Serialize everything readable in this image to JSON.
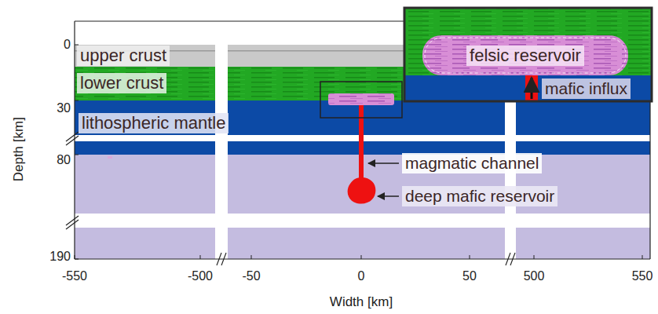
{
  "diagram": {
    "nodes": [
      {
        "text": [
          "upper crust"
        ]
      },
      {
        "text": [
          "lower crust"
        ]
      },
      {
        "text": [
          "lithospheric mantle"
        ]
      },
      {
        "text": [
          "felsic reservoir"
        ]
      }
    ],
    "labels": [
      "0",
      "30",
      "80",
      "190",
      "-550",
      "-500",
      "-50",
      "0",
      "50",
      "500",
      "550",
      "Depth [km]",
      "Width [km]",
      "magmatic channel",
      "deep mafic reservoir",
      "mafic influx"
    ]
  }
}
